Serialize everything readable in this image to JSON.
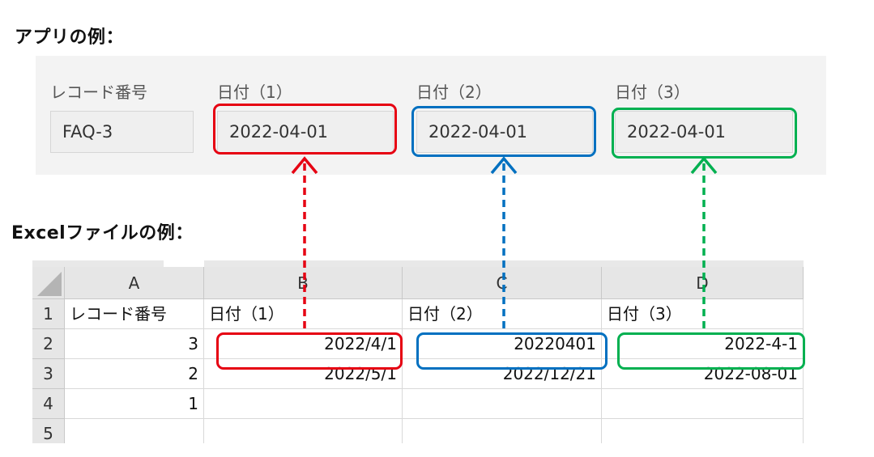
{
  "headings": {
    "app": "アプリの例：",
    "excel": "Excelファイルの例："
  },
  "app": {
    "fields": [
      {
        "label": "レコード番号",
        "value": "FAQ-3"
      },
      {
        "label": "日付（1）",
        "value": "2022-04-01"
      },
      {
        "label": "日付（2）",
        "value": "2022-04-01"
      },
      {
        "label": "日付（3）",
        "value": "2022-04-01"
      }
    ]
  },
  "excel": {
    "columns": [
      "A",
      "B",
      "C",
      "D"
    ],
    "rows": [
      "1",
      "2",
      "3",
      "4",
      "5"
    ],
    "cells": {
      "A1": "レコード番号",
      "B1": "日付（1）",
      "C1": "日付（2）",
      "D1": "日付（3）",
      "A2": "3",
      "B2": "2022/4/1",
      "C2": "20220401",
      "D2": "2022-4-1",
      "A3": "2",
      "B3": "2022/5/1",
      "C3": "2022/12/21",
      "D3": "2022-08-01",
      "A4": "1"
    }
  },
  "colors": {
    "red": "#e60012",
    "blue": "#0070c0",
    "green": "#00b050"
  }
}
